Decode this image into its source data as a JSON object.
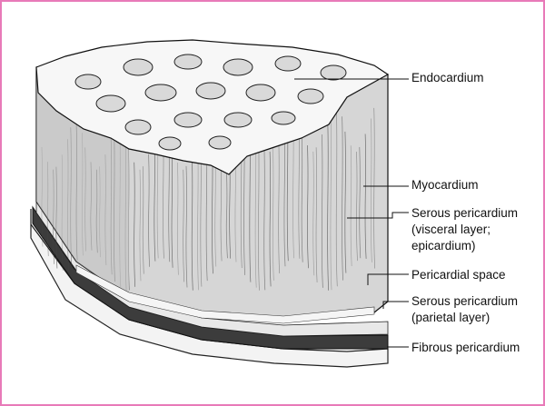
{
  "labels": {
    "endocardium": "Endocardium",
    "myocardium": "Myocardium",
    "serous_visceral": [
      "Serous pericardium",
      "(visceral layer;",
      "epicardium)"
    ],
    "pericardial_space": "Pericardial space",
    "serous_parietal": [
      "Serous pericardium",
      "(parietal layer)"
    ],
    "fibrous": "Fibrous pericardium"
  },
  "colors": {
    "border": "#e87ab8",
    "ink": "#111111",
    "fill_light": "#efefef",
    "fill_band": "#4a4a4a"
  }
}
